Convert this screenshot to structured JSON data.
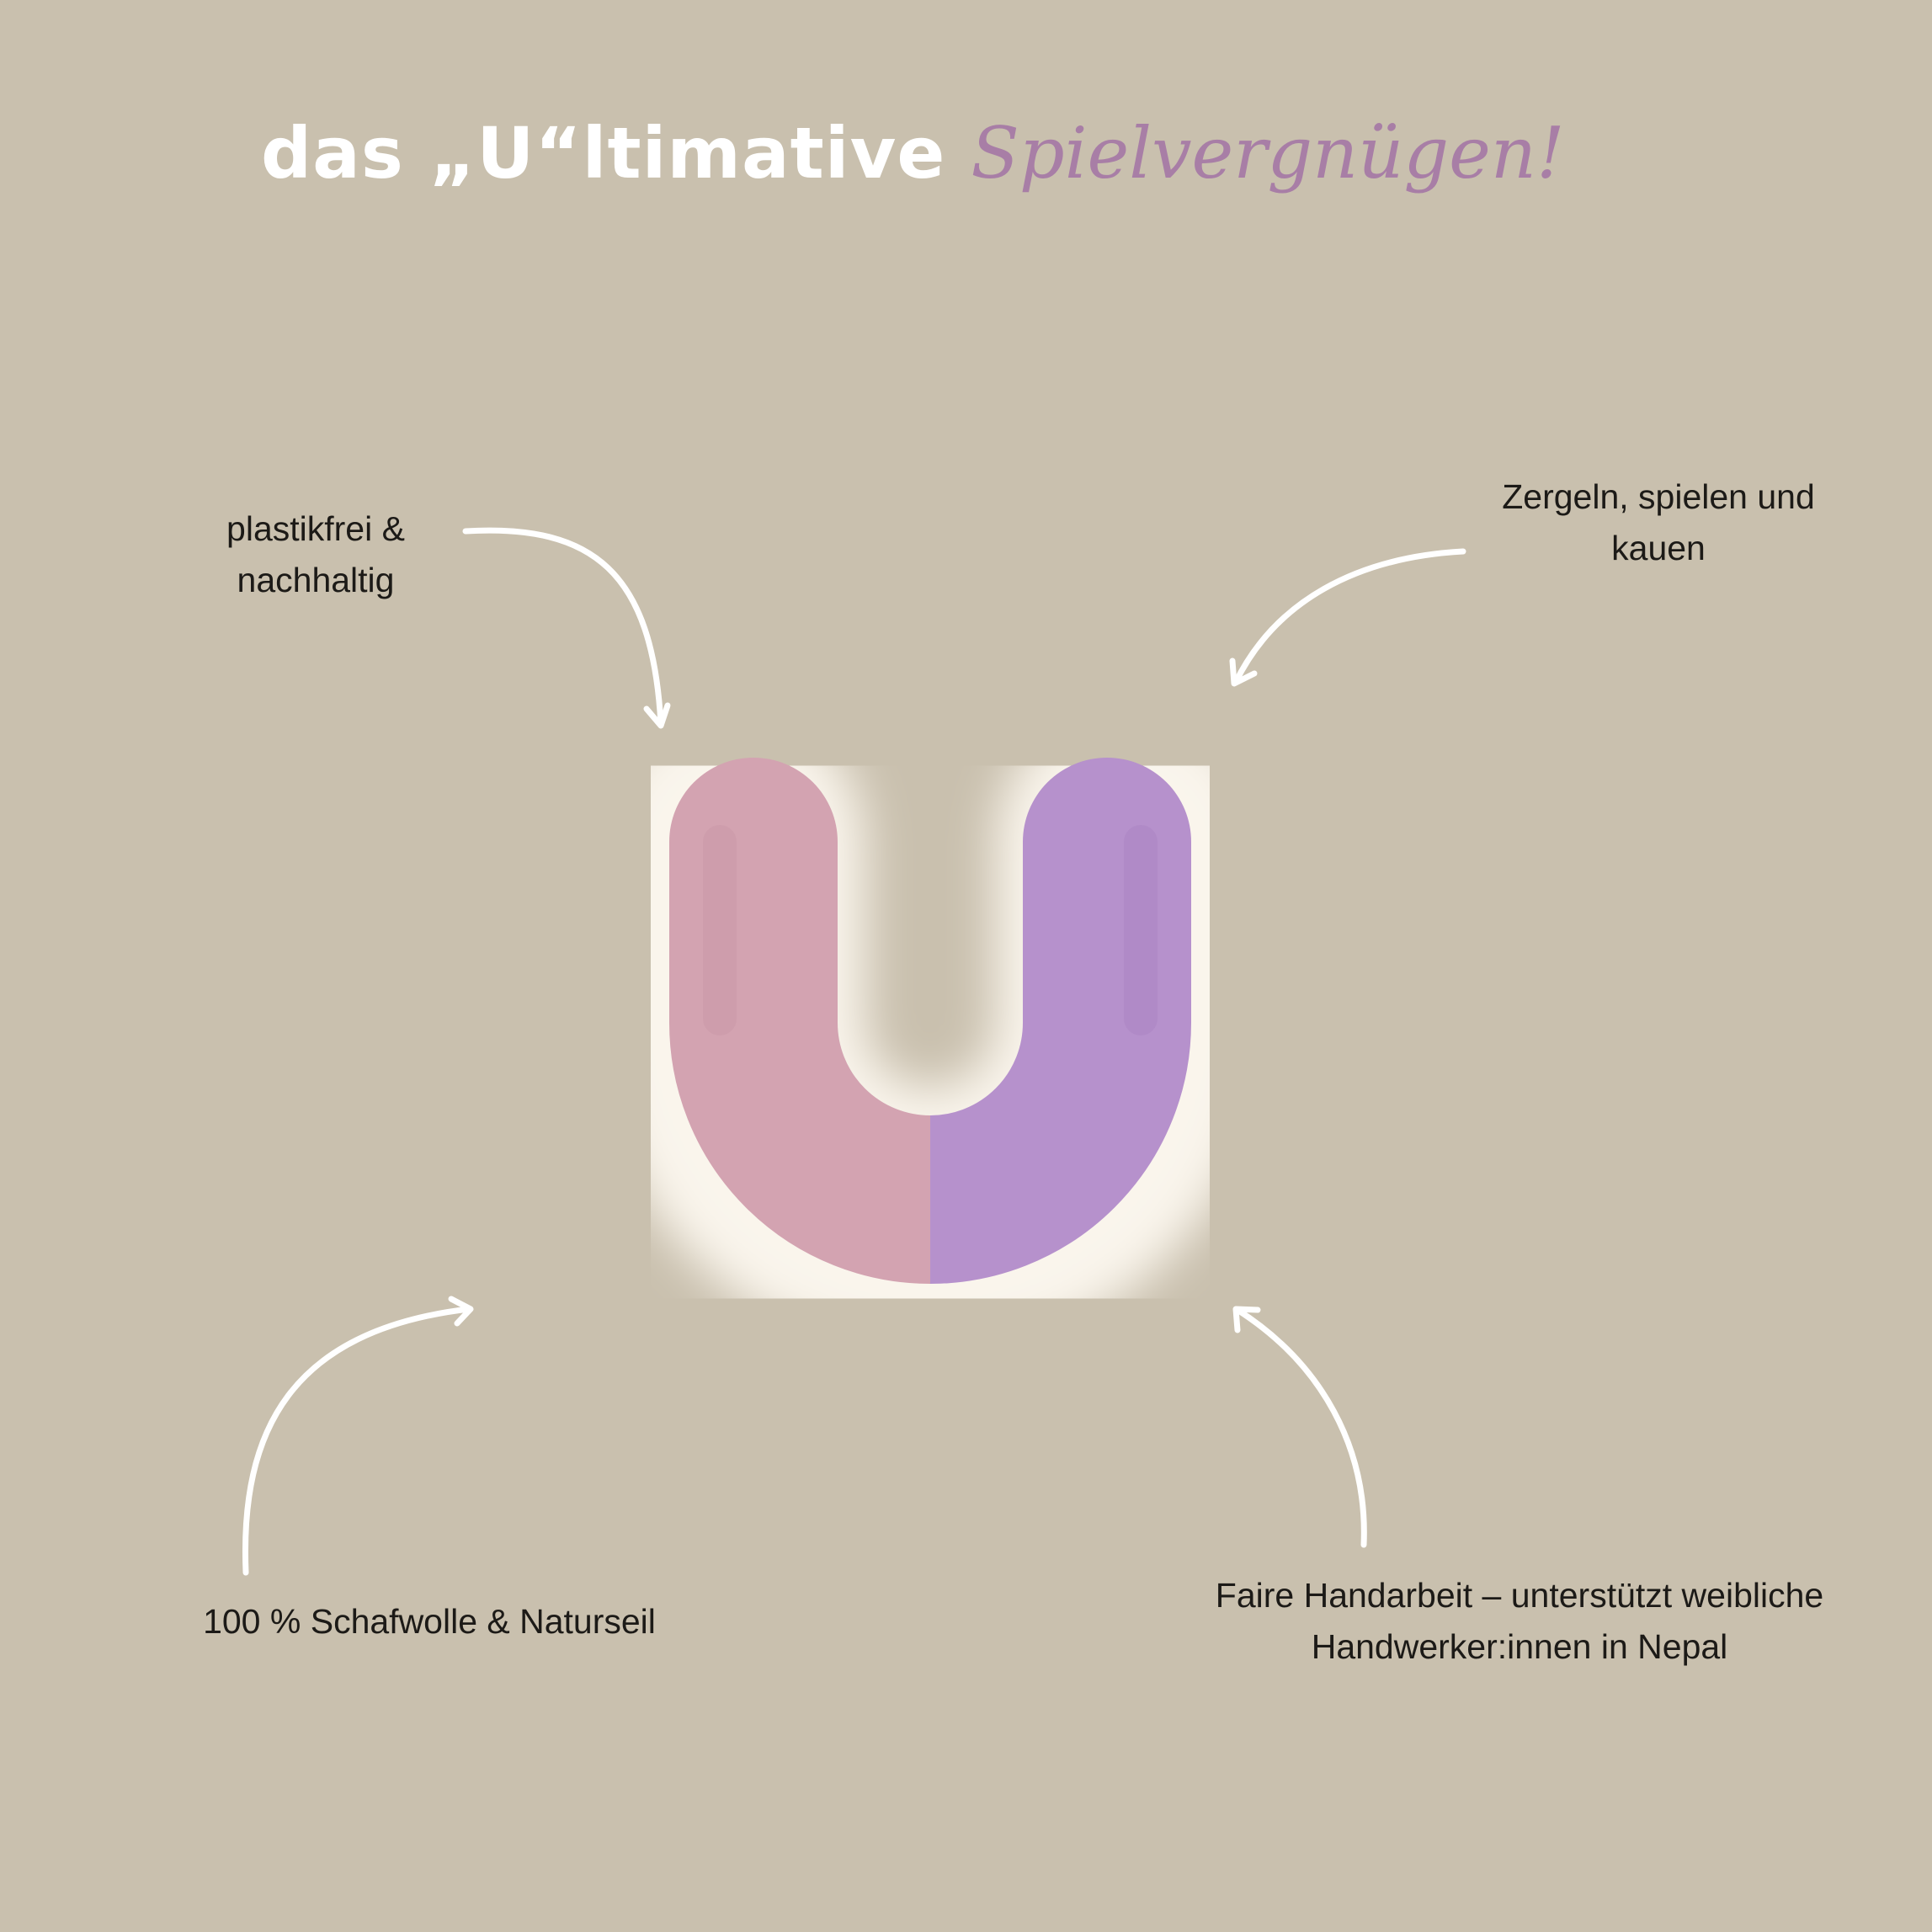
{
  "headline": {
    "main": "das „U“ltimative",
    "accent": "Spielvergnügen!"
  },
  "features": {
    "top_left": [
      "plastikfrei &",
      "nachhaltig"
    ],
    "top_right": [
      "Zergeln, spielen und",
      "kauen"
    ],
    "bottom_left": [
      "100 % Schafwolle & Naturseil"
    ],
    "bottom_right": [
      "Faire Handarbeit – unterstützt weibliche",
      "Handwerker:innen in Nepal"
    ]
  },
  "product": {
    "name_icon": "felt-u-toy",
    "colors": {
      "left": "#d3a3b1",
      "right": "#b691cc",
      "glow": "#fdf8ee"
    }
  },
  "colors": {
    "background": "#c9c0ae",
    "headline": "#ffffff",
    "accent": "#a87ea6",
    "text": "#1c1a17",
    "arrows": "#ffffff"
  }
}
